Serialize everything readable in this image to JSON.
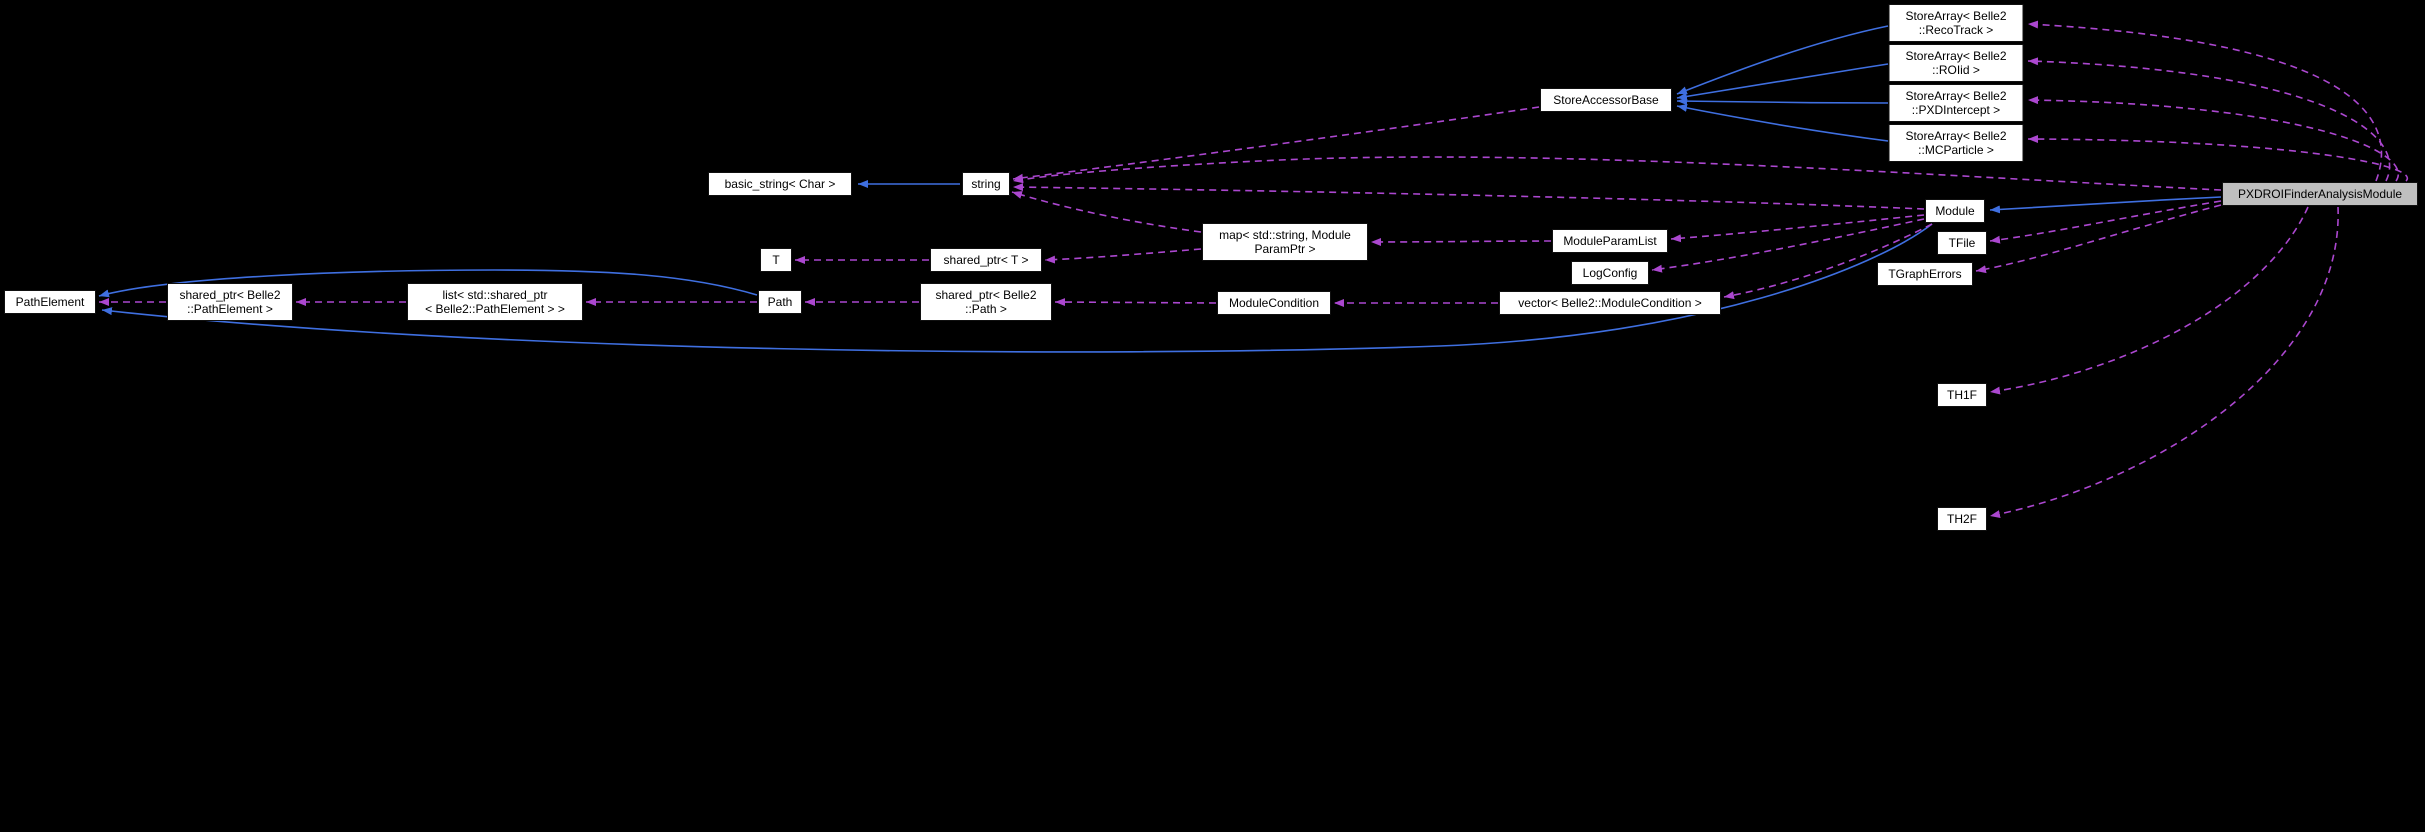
{
  "diagram": {
    "kind": "collaboration-graph",
    "main_node": "PXDROIFinderAnalysisModule"
  },
  "colors": {
    "background": "#000000",
    "node_fill": "#ffffff",
    "node_text": "#000000",
    "highlight_fill": "#bfbfbf",
    "inheritance_edge": "#3f6fe0",
    "usage_edge": "#ab47cf"
  },
  "nodes": [
    {
      "id": "storearray-recotrack",
      "label": "StoreArray< Belle2\n::RecoTrack >"
    },
    {
      "id": "storearray-roiid",
      "label": "StoreArray< Belle2\n::ROIid >"
    },
    {
      "id": "storearray-pxdintercept",
      "label": "StoreArray< Belle2\n::PXDIntercept >"
    },
    {
      "id": "storearray-mcparticle",
      "label": "StoreArray< Belle2\n::MCParticle >"
    },
    {
      "id": "storeaccessorbase",
      "label": "StoreAccessorBase"
    },
    {
      "id": "basic-string",
      "label": "basic_string< Char >"
    },
    {
      "id": "string",
      "label": "string"
    },
    {
      "id": "pxdroifinderanalysismodule",
      "label": "PXDROIFinderAnalysisModule"
    },
    {
      "id": "module",
      "label": "Module"
    },
    {
      "id": "tfile",
      "label": "TFile"
    },
    {
      "id": "moduleparamlist",
      "label": "ModuleParamList"
    },
    {
      "id": "map-moduleparamptr",
      "label": "map< std::string, Module\nParamPtr >"
    },
    {
      "id": "logconfig",
      "label": "LogConfig"
    },
    {
      "id": "tgrapherrors",
      "label": "TGraphErrors"
    },
    {
      "id": "t",
      "label": "T"
    },
    {
      "id": "shared-ptr-t",
      "label": "shared_ptr< T >"
    },
    {
      "id": "pathelement",
      "label": "PathElement"
    },
    {
      "id": "shared-ptr-pathelement",
      "label": "shared_ptr< Belle2\n::PathElement >"
    },
    {
      "id": "list-shared-ptr-pathelement",
      "label": "list< std::shared_ptr\n< Belle2::PathElement > >"
    },
    {
      "id": "path",
      "label": "Path"
    },
    {
      "id": "shared-ptr-path",
      "label": "shared_ptr< Belle2\n::Path >"
    },
    {
      "id": "modulecondition",
      "label": "ModuleCondition"
    },
    {
      "id": "vector-modulecondition",
      "label": "vector< Belle2::ModuleCondition >"
    },
    {
      "id": "th1f",
      "label": "TH1F"
    },
    {
      "id": "th2f",
      "label": "TH2F"
    }
  ],
  "edges": [
    {
      "from": "storearray-recotrack",
      "to": "storeaccessorbase",
      "type": "inheritance"
    },
    {
      "from": "storearray-roiid",
      "to": "storeaccessorbase",
      "type": "inheritance"
    },
    {
      "from": "storearray-pxdintercept",
      "to": "storeaccessorbase",
      "type": "inheritance"
    },
    {
      "from": "storearray-mcparticle",
      "to": "storeaccessorbase",
      "type": "inheritance"
    },
    {
      "from": "string",
      "to": "basic-string",
      "type": "inheritance"
    },
    {
      "from": "pxdroifinderanalysismodule",
      "to": "module",
      "type": "inheritance"
    },
    {
      "from": "module",
      "to": "pathelement",
      "type": "inheritance"
    },
    {
      "from": "path",
      "to": "pathelement",
      "type": "inheritance"
    },
    {
      "from": "pxdroifinderanalysismodule",
      "to": "storearray-recotrack",
      "type": "usage"
    },
    {
      "from": "pxdroifinderanalysismodule",
      "to": "storearray-roiid",
      "type": "usage"
    },
    {
      "from": "pxdroifinderanalysismodule",
      "to": "storearray-pxdintercept",
      "type": "usage"
    },
    {
      "from": "pxdroifinderanalysismodule",
      "to": "storearray-mcparticle",
      "type": "usage"
    },
    {
      "from": "pxdroifinderanalysismodule",
      "to": "string",
      "type": "usage"
    },
    {
      "from": "storeaccessorbase",
      "to": "string",
      "type": "usage"
    },
    {
      "from": "module",
      "to": "string",
      "type": "usage"
    },
    {
      "from": "map-moduleparamptr",
      "to": "string",
      "type": "usage"
    },
    {
      "from": "module",
      "to": "moduleparamlist",
      "type": "usage"
    },
    {
      "from": "moduleparamlist",
      "to": "map-moduleparamptr",
      "type": "usage"
    },
    {
      "from": "map-moduleparamptr",
      "to": "shared-ptr-t",
      "type": "usage"
    },
    {
      "from": "shared-ptr-t",
      "to": "t",
      "type": "usage"
    },
    {
      "from": "module",
      "to": "logconfig",
      "type": "usage"
    },
    {
      "from": "module",
      "to": "vector-modulecondition",
      "type": "usage"
    },
    {
      "from": "vector-modulecondition",
      "to": "modulecondition",
      "type": "usage"
    },
    {
      "from": "modulecondition",
      "to": "shared-ptr-path",
      "type": "usage"
    },
    {
      "from": "shared-ptr-path",
      "to": "path",
      "type": "usage"
    },
    {
      "from": "path",
      "to": "list-shared-ptr-pathelement",
      "type": "usage"
    },
    {
      "from": "list-shared-ptr-pathelement",
      "to": "shared-ptr-pathelement",
      "type": "usage"
    },
    {
      "from": "shared-ptr-pathelement",
      "to": "pathelement",
      "type": "usage"
    },
    {
      "from": "pxdroifinderanalysismodule",
      "to": "tfile",
      "type": "usage"
    },
    {
      "from": "pxdroifinderanalysismodule",
      "to": "tgrapherrors",
      "type": "usage"
    },
    {
      "from": "pxdroifinderanalysismodule",
      "to": "th1f",
      "type": "usage"
    },
    {
      "from": "pxdroifinderanalysismodule",
      "to": "th2f",
      "type": "usage"
    }
  ]
}
